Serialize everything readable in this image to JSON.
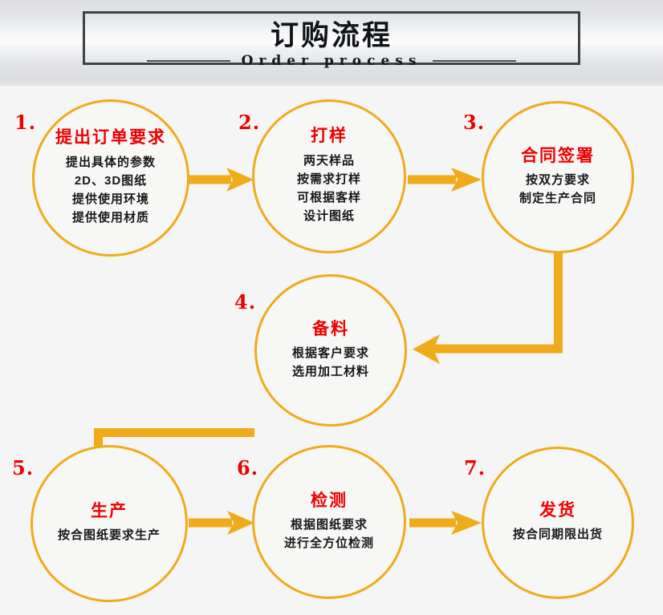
{
  "header": {
    "title": "订购流程",
    "subtitle": "Order process",
    "rule_icon": "horizontal-rule"
  },
  "colors": {
    "accent": "#efab19",
    "title_red": "#ee0000",
    "body_text": "#181818",
    "header_frame": "#3f4347",
    "stage_background": "#f5f5f5"
  },
  "flow": {
    "type": "process-flowchart",
    "steps": [
      {
        "number": "1.",
        "title": "提出订单要求",
        "lines": [
          "提出具体的参数",
          "2D、3D图纸",
          "提供使用环境",
          "提供使用材质"
        ]
      },
      {
        "number": "2.",
        "title": "打样",
        "lines": [
          "两天样品",
          "按需求打样",
          "可根据客样",
          "设计图纸"
        ]
      },
      {
        "number": "3.",
        "title": "合同签署",
        "lines": [
          "按双方要求",
          "制定生产合同"
        ]
      },
      {
        "number": "4.",
        "title": "备料",
        "lines": [
          "根据客户要求",
          "选用加工材料"
        ]
      },
      {
        "number": "5.",
        "title": "生产",
        "lines": [
          "按合图纸要求生产"
        ]
      },
      {
        "number": "6.",
        "title": "检测",
        "lines": [
          "根据图纸要求",
          "进行全方位检测"
        ]
      },
      {
        "number": "7.",
        "title": "发货",
        "lines": [
          "按合同期限出货"
        ]
      }
    ],
    "connectors": [
      {
        "from": "1",
        "to": "2",
        "icon": "arrow-right-icon"
      },
      {
        "from": "2",
        "to": "3",
        "icon": "arrow-right-icon"
      },
      {
        "from": "3",
        "to": "4",
        "icon": "elbow-arrow-down-left-icon"
      },
      {
        "from": "4",
        "to": "5",
        "icon": "elbow-arrow-left-down-icon"
      },
      {
        "from": "5",
        "to": "6",
        "icon": "arrow-right-icon"
      },
      {
        "from": "6",
        "to": "7",
        "icon": "arrow-right-icon"
      }
    ]
  }
}
